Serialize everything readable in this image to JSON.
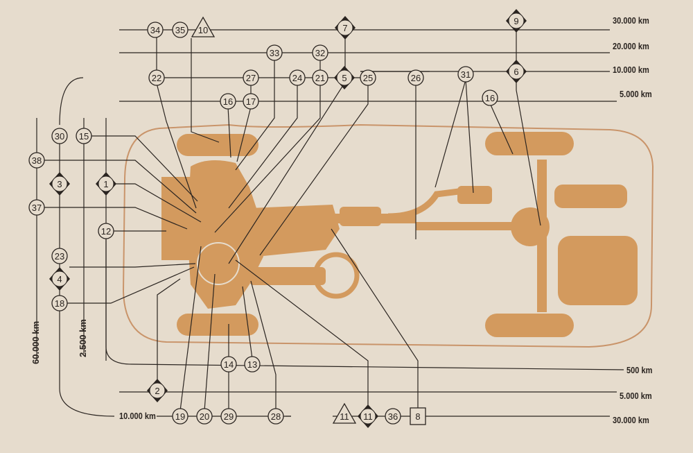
{
  "interval_labels": {
    "right": [
      "30.000 km",
      "20.000 km",
      "10.000 km",
      "5.000 km",
      "500 km",
      "5.000 km",
      "30.000 km"
    ],
    "left_vertical": [
      "60.000 km",
      "2.500 km"
    ],
    "bottom_left": "10.000 km"
  },
  "nodes": [
    {
      "label": "34",
      "shape": "circle"
    },
    {
      "label": "35",
      "shape": "circle"
    },
    {
      "label": "10",
      "shape": "triangle"
    },
    {
      "label": "7",
      "shape": "diamond"
    },
    {
      "label": "9",
      "shape": "diamond"
    },
    {
      "label": "33",
      "shape": "circle"
    },
    {
      "label": "32",
      "shape": "circle"
    },
    {
      "label": "22",
      "shape": "circle"
    },
    {
      "label": "27",
      "shape": "circle"
    },
    {
      "label": "24",
      "shape": "circle"
    },
    {
      "label": "21",
      "shape": "circle"
    },
    {
      "label": "5",
      "shape": "diamond"
    },
    {
      "label": "25",
      "shape": "circle"
    },
    {
      "label": "26",
      "shape": "circle"
    },
    {
      "label": "31",
      "shape": "circle"
    },
    {
      "label": "6",
      "shape": "diamond"
    },
    {
      "label": "16",
      "shape": "circle"
    },
    {
      "label": "17",
      "shape": "circle"
    },
    {
      "label": "16",
      "shape": "circle"
    },
    {
      "label": "30",
      "shape": "circle"
    },
    {
      "label": "15",
      "shape": "circle"
    },
    {
      "label": "38",
      "shape": "circle"
    },
    {
      "label": "3",
      "shape": "diamond"
    },
    {
      "label": "1",
      "shape": "diamond"
    },
    {
      "label": "37",
      "shape": "circle"
    },
    {
      "label": "12",
      "shape": "circle"
    },
    {
      "label": "23",
      "shape": "circle"
    },
    {
      "label": "4",
      "shape": "diamond"
    },
    {
      "label": "18",
      "shape": "circle"
    },
    {
      "label": "14",
      "shape": "circle"
    },
    {
      "label": "13",
      "shape": "circle"
    },
    {
      "label": "2",
      "shape": "diamond"
    },
    {
      "label": "19",
      "shape": "circle"
    },
    {
      "label": "20",
      "shape": "circle"
    },
    {
      "label": "29",
      "shape": "circle"
    },
    {
      "label": "28",
      "shape": "circle"
    },
    {
      "label": "11",
      "shape": "triangle"
    },
    {
      "label": "11",
      "shape": "diamond"
    },
    {
      "label": "36",
      "shape": "circle"
    },
    {
      "label": "8",
      "shape": "square"
    }
  ],
  "colors": {
    "background": "#e6dccd",
    "car": "#d39a5e",
    "car_outline": "#c9946a",
    "ink": "#2a2420"
  }
}
